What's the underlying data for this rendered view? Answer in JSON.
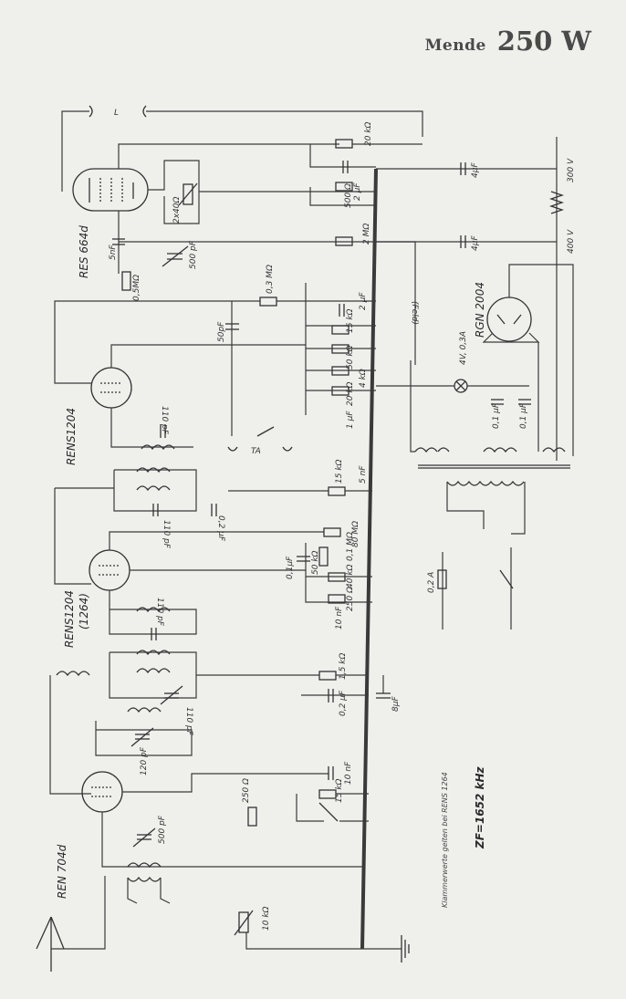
{
  "header": {
    "brand": "Mende",
    "model": "250 W"
  },
  "tubes": {
    "t1": "RES 664d",
    "t2": "RENS1204",
    "t3": "RENS1204",
    "t3b": "(1264)",
    "t4": "REN 704d",
    "rect": "RGN 2004"
  },
  "labels": {
    "l_loop": "L",
    "r_20k": "20 kΩ",
    "c_4uF": "4μF",
    "c_2uF": "2 μF",
    "r_500": "500 Ω",
    "r_2x40": "2x40Ω",
    "r_2M": "2 MΩ",
    "v_300": "300 V",
    "v_400": "400 V",
    "c_5nF": "5nF",
    "r_05M": "0,5MΩ",
    "c_500pF_a": "500 pF",
    "feld": "(Feld)",
    "r_03M": "0,3 MΩ",
    "c_2uF_b": "2 μF",
    "r_15k_a": "15 kΩ",
    "r_50k": "50 kΩ",
    "r_4k": "4 kΩ",
    "r_20k_b": "20 kΩ",
    "c_1uF": "1 μF",
    "c_50pF": "50pF",
    "lamp": "4V, 0,3A",
    "c_01uF_a": "0,1 μF",
    "c_01uF_b": "0,1 μF",
    "c_110pF_a": "110 pF",
    "ta": "TA",
    "r_15k_b": "15 kΩ",
    "c_5nF_b": "5 nF",
    "c_110pF_b": "110 pF",
    "c_02uF": "0,2 μF",
    "r_80M": "80 MΩ",
    "c_01uF_c": "0,1μF",
    "r_50k_b": "50 kΩ",
    "r_01M": "0,1 MΩ",
    "r_40k": "40 kΩ",
    "r_250": "250 Ω",
    "c_10nF": "10 nF",
    "c_110pF_c": "110 pF",
    "r_15k_c": "1,5 kΩ",
    "c_110pF_d": "110 pF",
    "c_02uF_b": "0,2 μF",
    "c_8uF": "8μF",
    "c_120pF": "120 pF",
    "c_10nF_b": "10 nF",
    "r_15k_d": "15 kΩ",
    "r_250_b": "250 Ω",
    "c_500pF_b": "500 pF",
    "r_10k": "10 kΩ",
    "fuse": "0,2 A"
  },
  "notes": {
    "klammer": "Klammerwerte gelten bei RENS 1264",
    "zf": "ZF=1652 kHz"
  }
}
